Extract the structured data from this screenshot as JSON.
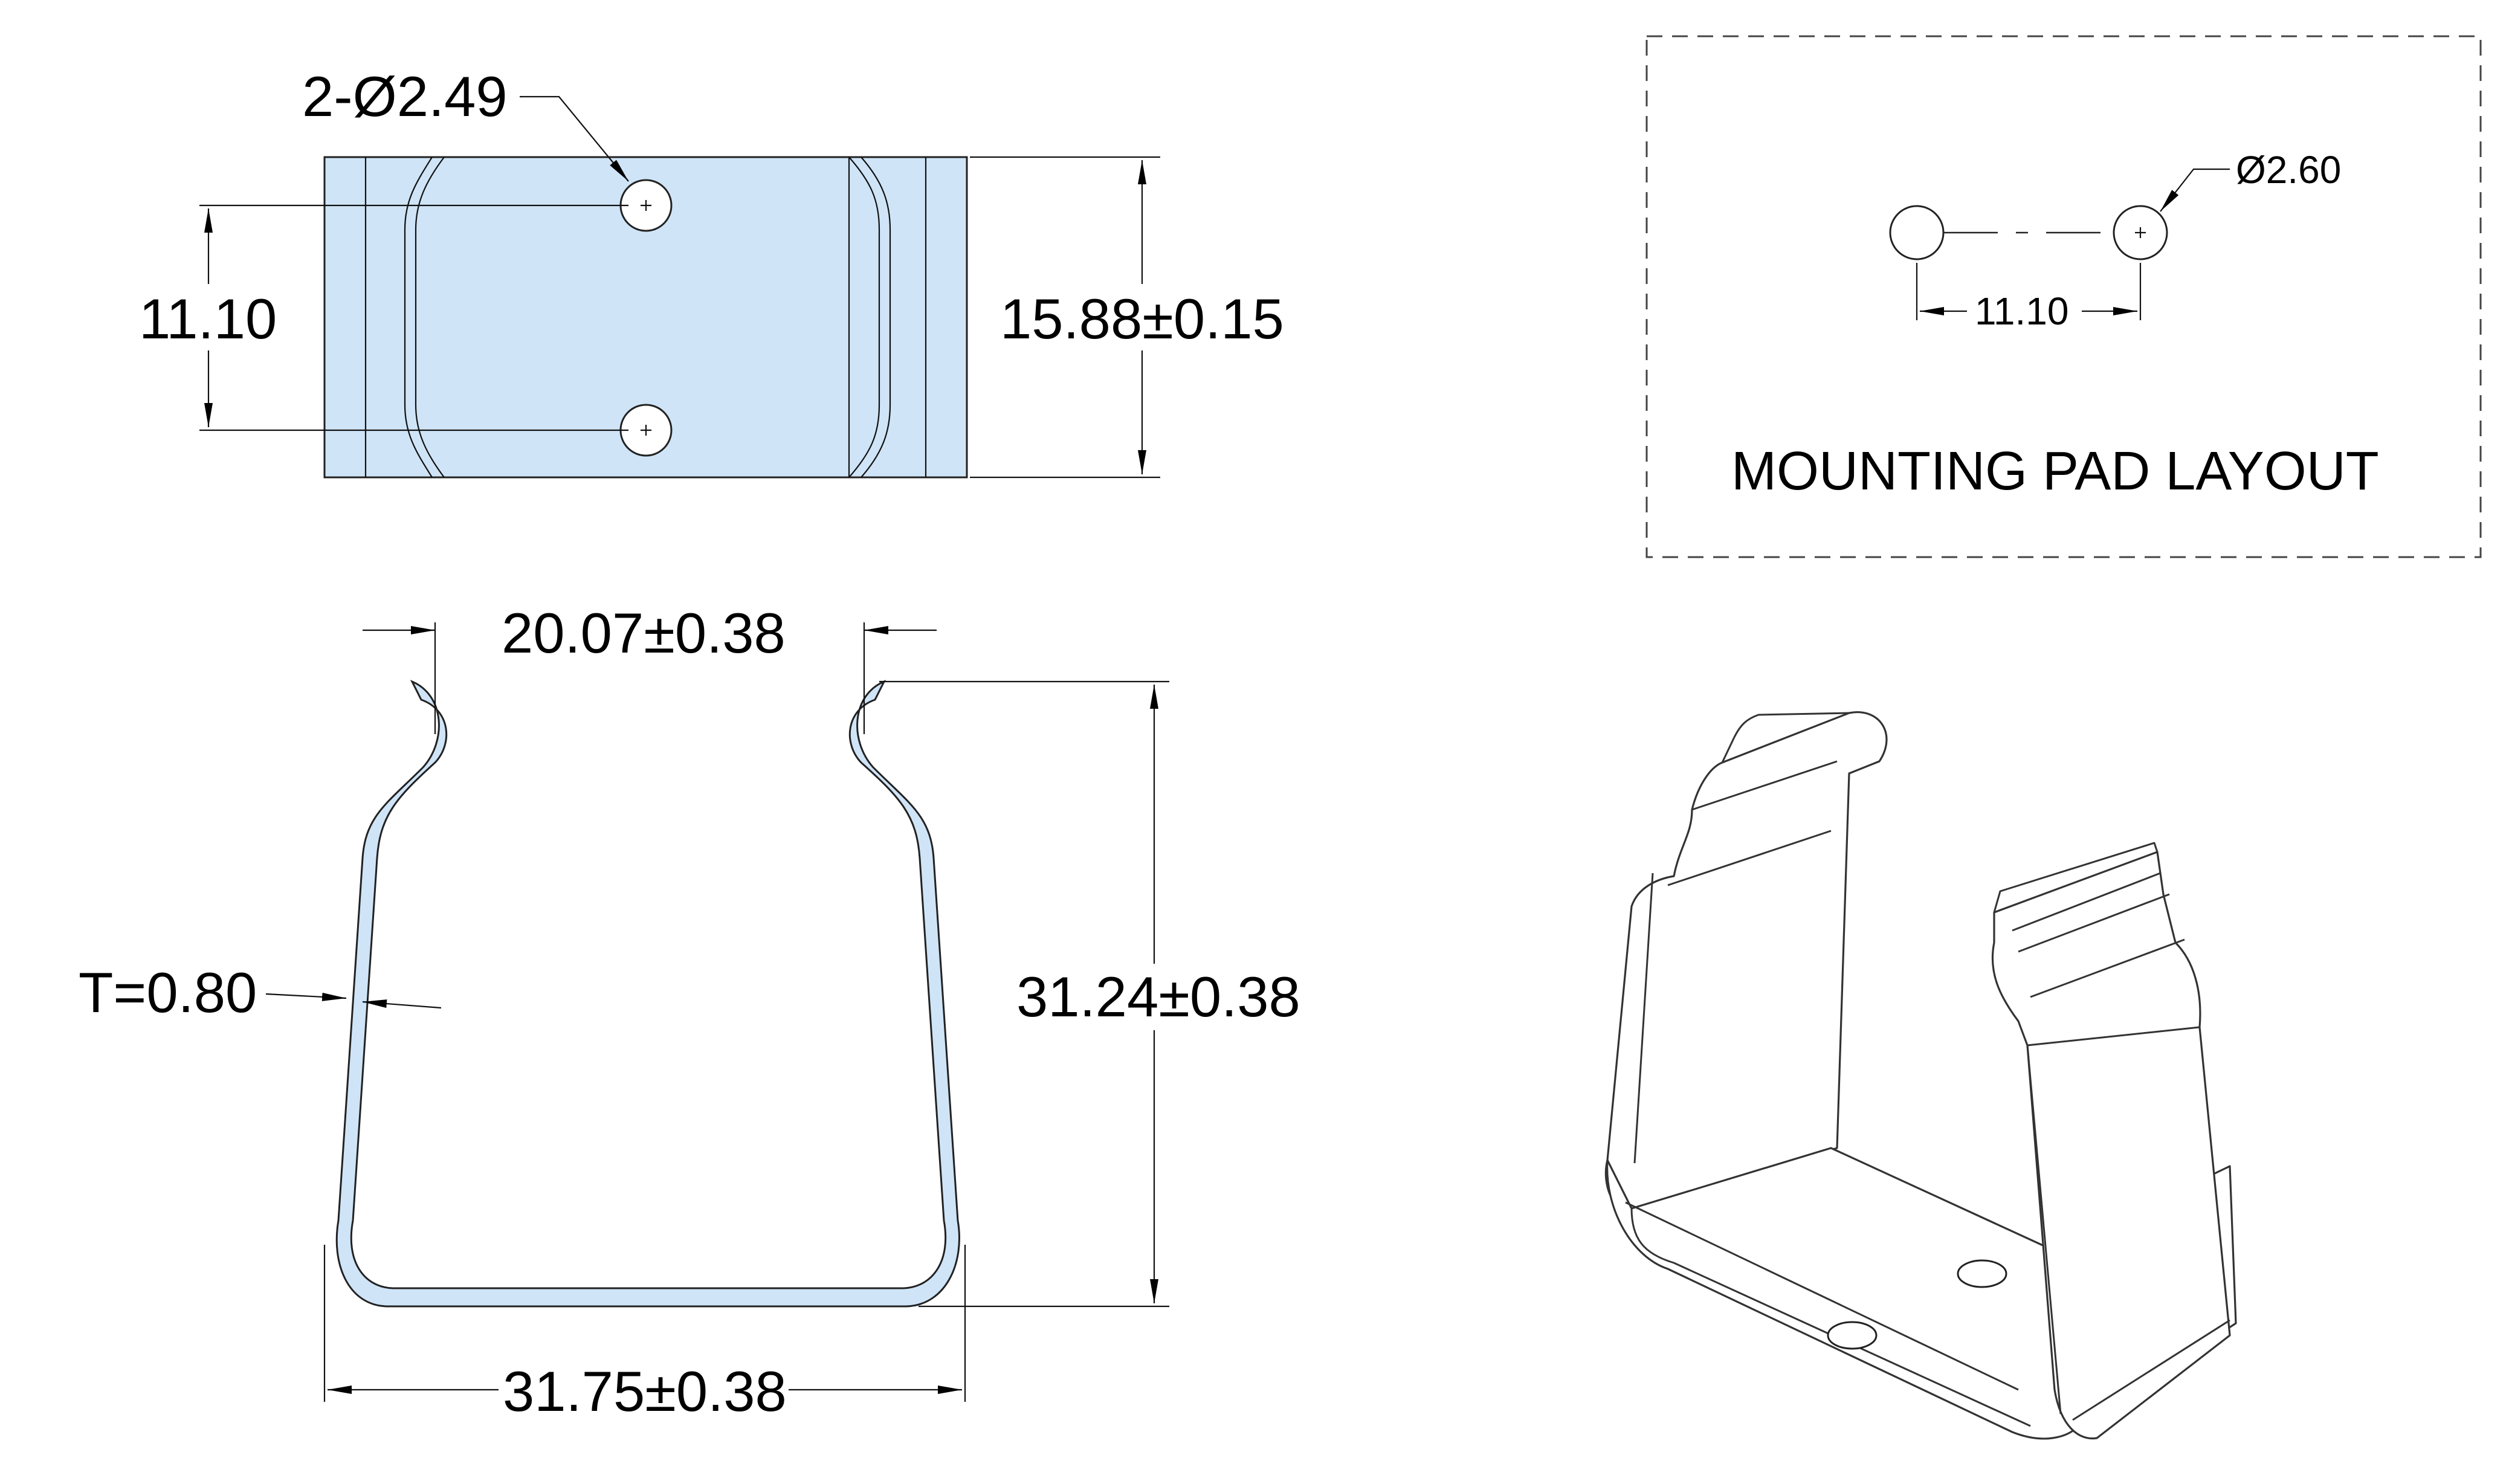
{
  "top_view": {
    "hole_callout": "2-Ø2.49",
    "hole_spacing": "11.10",
    "width_dim": "15.88±0.15"
  },
  "pad_layout": {
    "hole_dia": "Ø2.60",
    "spacing": "11.10",
    "caption": "MOUNTING PAD LAYOUT"
  },
  "front_view": {
    "opening_dim": "20.07±0.38",
    "thickness": "T=0.80",
    "height_dim": "31.24±0.38",
    "base_dim": "31.75±0.38"
  },
  "colors": {
    "part_fill": "#cfe4f7",
    "outline": "#222222"
  }
}
